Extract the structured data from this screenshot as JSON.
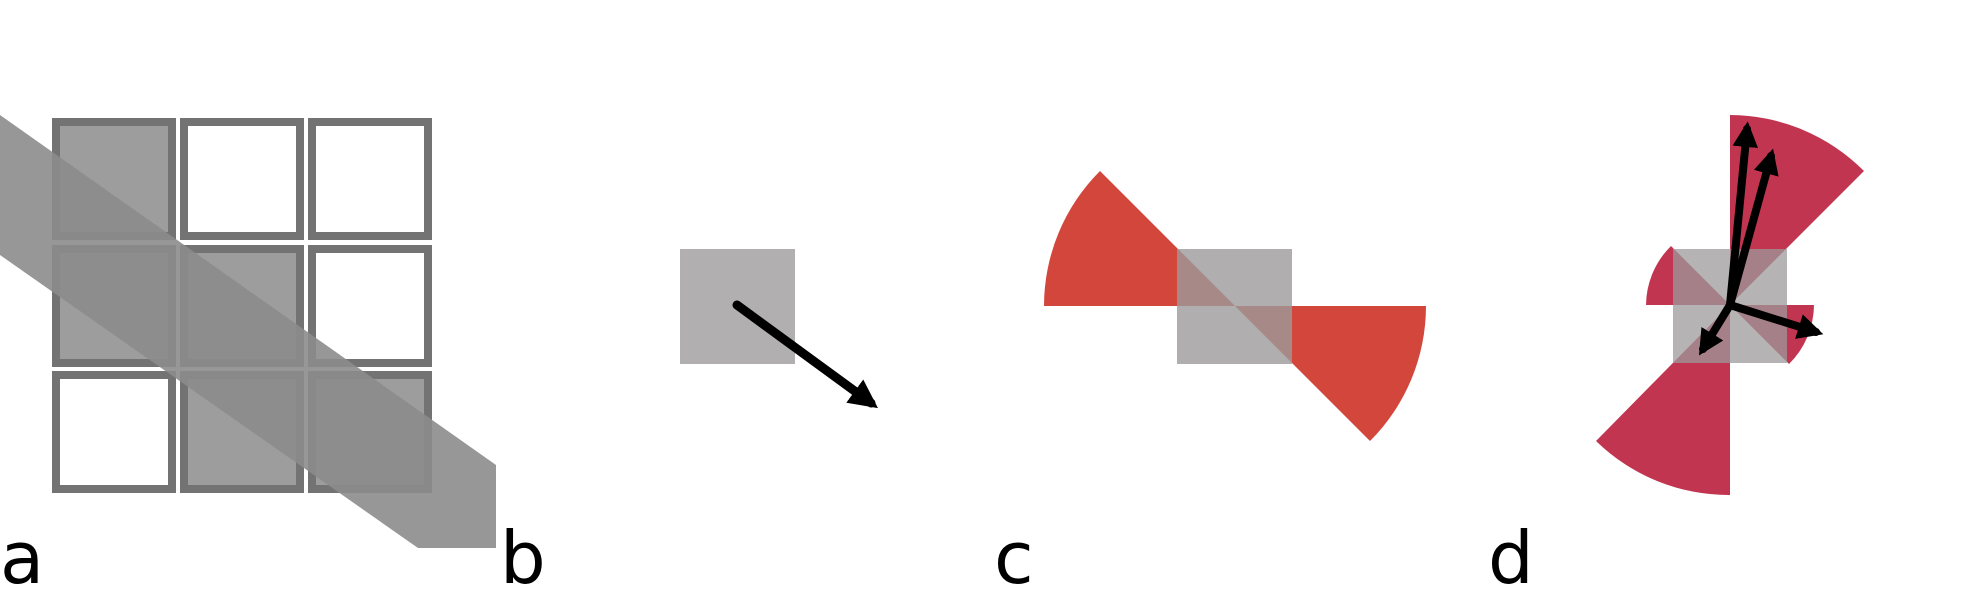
{
  "panels": [
    {
      "label": "a"
    },
    {
      "label": "b"
    },
    {
      "label": "c"
    },
    {
      "label": "d"
    }
  ],
  "colors": {
    "cell_stroke": "#737373",
    "cell_mask": "#4d4d4d",
    "band": "#8c8c8c",
    "square": "#a8a6a7",
    "sector_c": "#d13c32",
    "sector_d": "#be2a48",
    "arrow": "#000000"
  }
}
